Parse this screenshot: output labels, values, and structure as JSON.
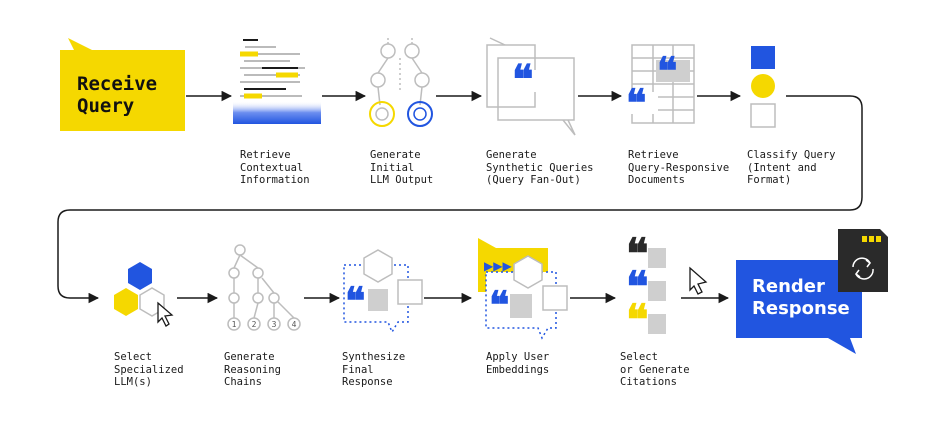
{
  "start_node": {
    "label": "Receive\nQuery"
  },
  "end_node": {
    "label": "Render\nResponse"
  },
  "row1_steps": [
    {
      "label": "Retrieve\nContextual\nInformation"
    },
    {
      "label": "Generate\nInitial\nLLM Output"
    },
    {
      "label": "Generate\nSynthetic Queries\n(Query Fan-Out)"
    },
    {
      "label": "Retrieve\nQuery-Responsive\nDocuments"
    },
    {
      "label": "Classify Query\n(Intent and\nFormat)"
    }
  ],
  "row2_steps": [
    {
      "label": "Select\nSpecialized\nLLM(s)"
    },
    {
      "label": "Generate\nReasoning\nChains"
    },
    {
      "label": "Synthesize\nFinal\nResponse"
    },
    {
      "label": "Apply User\nEmbeddings"
    },
    {
      "label": "Select\nor Generate\nCitations"
    }
  ],
  "chain_numbers": [
    "1",
    "2",
    "3",
    "4"
  ],
  "colors": {
    "yellow": "#f5d800",
    "blue": "#2155e0",
    "gray": "#c8c8c8",
    "dark": "#2a2a2a",
    "line": "#1a1a1a"
  }
}
